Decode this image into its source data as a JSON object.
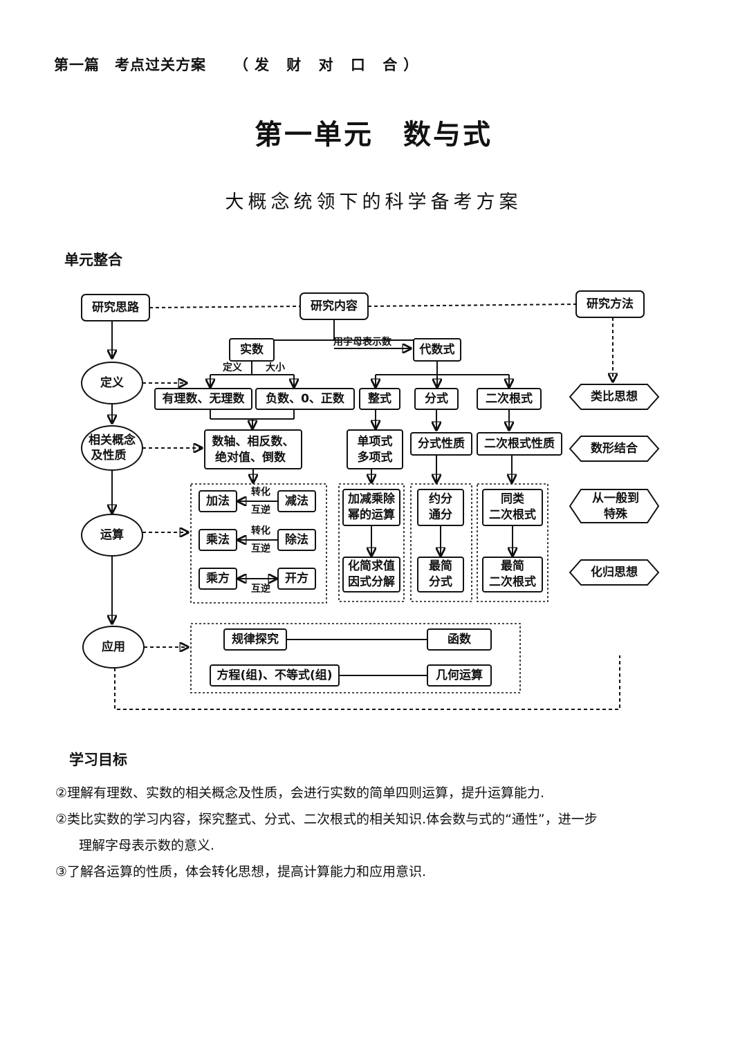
{
  "header": {
    "part": "第一篇",
    "section": "考点过关方案",
    "note": "（发 财 对 口 合）"
  },
  "title": "第一单元　数与式",
  "subtitle": "大概念统领下的科学备考方案",
  "headings": {
    "integration": "单元整合",
    "goals": "学习目标"
  },
  "diagram": {
    "research_idea": "研究思路",
    "research_content": "研究内容",
    "research_method": "研究方法",
    "real_number": "实数",
    "letter_label": "用字母表示数",
    "algebraic_expr": "代数式",
    "def_label": "定义",
    "size_label": "大小",
    "rational_irrational": "有理数、无理数",
    "neg_zero_pos": "负数、0、正数",
    "integral_expr": "整式",
    "fraction_expr": "分式",
    "radical_expr": "二次根式",
    "concept_box_1": "数轴、相反数、",
    "concept_box_2": "绝对值、倒数",
    "monomial": "单项式",
    "polynomial": "多项式",
    "fraction_property": "分式性质",
    "radical_property": "二次根式性质",
    "add": "加法",
    "subtract": "减法",
    "multiply": "乘法",
    "divide": "除法",
    "power": "乘方",
    "root": "开方",
    "transform": "转化",
    "inverse": "互逆",
    "ops_line1": "加减乘除",
    "ops_line2": "幂的运算",
    "reduce": "约分",
    "common_denom": "通分",
    "like_radical_1": "同类",
    "like_radical_2": "二次根式",
    "simplify_1": "化简求值",
    "simplify_2": "因式分解",
    "simplest_frac_1": "最简",
    "simplest_frac_2": "分式",
    "simplest_rad_1": "最简",
    "simplest_rad_2": "二次根式",
    "left_definition": "定义",
    "left_concept_1": "相关概念",
    "left_concept_2": "及性质",
    "left_operation": "运算",
    "left_application": "应用",
    "pattern_explore": "规律探究",
    "function": "函数",
    "equation_ineq": "方程(组)、不等式(组)",
    "geometry_calc": "几何运算",
    "method_analogy": "类比思想",
    "method_num_shape": "数形结合",
    "method_general_1": "从一般到",
    "method_general_2": "特殊",
    "method_reduction": "化归思想"
  },
  "goals": {
    "item1": "②理解有理数、实数的相关概念及性质，会进行实数的简单四则运算，提升运算能力.",
    "item2_line1": "②类比实数的学习内容，探究整式、分式、二次根式的相关知识.体会数与式的“通性”，进一步",
    "item2_line2": "理解字母表示数的意义.",
    "item3": "③了解各运算的性质，体会转化思想，提高计算能力和应用意识."
  }
}
